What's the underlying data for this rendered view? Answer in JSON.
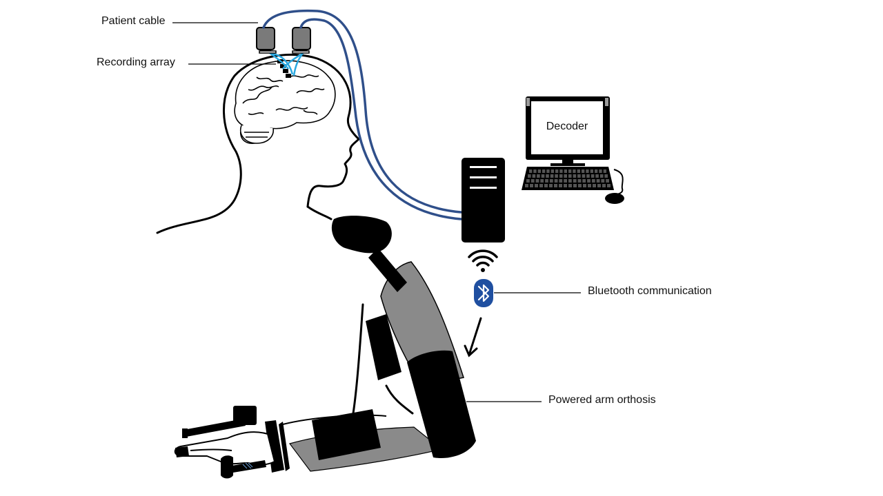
{
  "labels": {
    "patient_cable": "Patient cable",
    "recording_array": "Recording array",
    "decoder": "Decoder",
    "bluetooth": "Bluetooth communication",
    "orthosis": "Powered arm orthosis"
  },
  "icons": {
    "bluetooth": "bluetooth-icon",
    "wireless": "wireless-signal-icon",
    "brain": "brain-icon",
    "computer_tower": "computer-tower-icon",
    "monitor": "monitor-icon",
    "keyboard": "keyboard-icon",
    "mouse": "mouse-icon"
  },
  "colors": {
    "cable": "#2f4f8a",
    "array_wires": "#29a8e0",
    "bluetooth_badge": "#1f4fa0",
    "orthosis": "#000000",
    "arm_shade": "#8a8a8a",
    "connector": "#7a7a7a"
  }
}
